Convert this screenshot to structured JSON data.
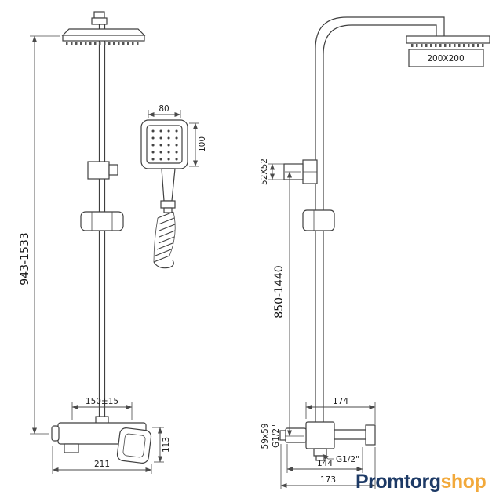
{
  "colors": {
    "line": "#3f3f3f",
    "dimension": "#4a4a4a",
    "text": "#1c1c1c",
    "logo_primary": "#1d3a66",
    "logo_accent": "#f2a93b",
    "background": "#ffffff"
  },
  "left_view": {
    "overall_height": "943-1533",
    "handset_width": "80",
    "handset_height": "100",
    "supply_spacing": "150±15",
    "body_height": "113",
    "body_width": "211"
  },
  "right_view": {
    "head_size": "200X200",
    "bracket_size": "52X52",
    "bar_height": "850-1440",
    "depth": "174",
    "body_section": "59x59",
    "thread_left": "G1/2\"",
    "thread_bottom": "G1/2\"",
    "dim_144": "144",
    "dim_173": "173"
  },
  "logo": {
    "primary": "Promtorg",
    "accent": "shop"
  }
}
